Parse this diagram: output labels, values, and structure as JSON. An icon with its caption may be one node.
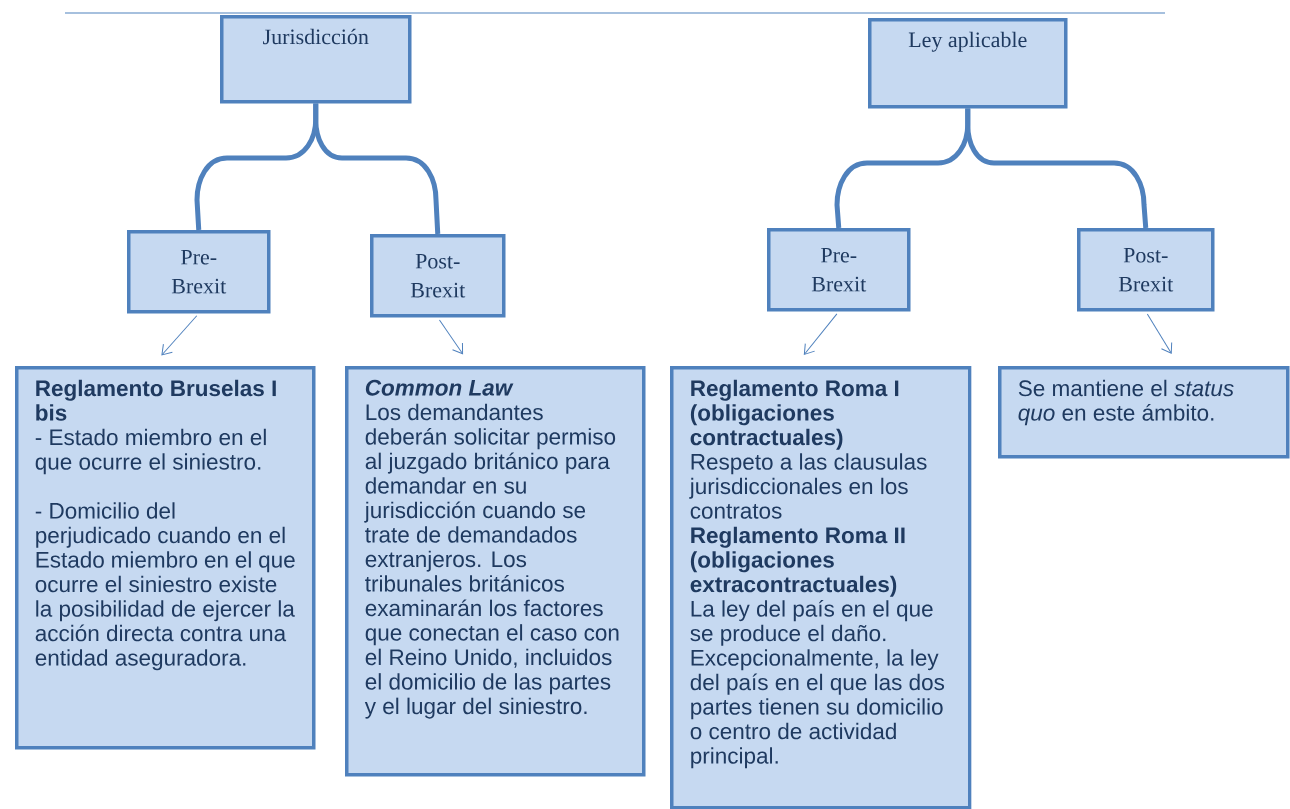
{
  "diagram": {
    "nodes": [
      {
        "text": [
          "Jurisdicción"
        ]
      },
      {
        "text": [
          "Pre- Brexit"
        ]
      },
      {
        "text": [
          "Post- Brexit"
        ]
      },
      {
        "text": [
          "Reglamento Bruselas I bis",
          "- Estado miembro en el que ocurre el siniestro.",
          "- Domicilio del perjudicado cuando en el Estado miembro en el que ocurre el siniestro existe la posibilidad de ejercer la acción directa contra una entidad aseguradora."
        ]
      },
      {
        "text": [
          "Common Law",
          "Los demandantes deberán solicitar permiso al juzgado británico para demandar en su jurisdicción cuando se trate de demandados extranjeros. Los tribunales británicos examinarán los factores que conectan el caso con el Reino Unido, incluidos el domicilio de las partes y el lugar del siniestro."
        ]
      },
      {
        "text": [
          "Ley aplicable"
        ]
      },
      {
        "text": [
          "Pre- Brexit"
        ]
      },
      {
        "text": [
          "Post- Brexit"
        ]
      },
      {
        "text": [
          "Reglamento Roma I (obligaciones contractuales)",
          "Respeto a las clausulas jurisdiccionales en los contratos",
          "Reglamento Roma II (obligaciones extracontractuales)",
          "La ley del país en el que se produce el daño. Excepcionalmente, la ley del país en el que las dos partes tienen su domicilio o centro de actividad principal."
        ]
      },
      {
        "text": [
          "Se mantiene el *status quo* en este ámbito."
        ]
      }
    ],
    "edges": [
      {
        "from": 0,
        "to": 1,
        "arrow": "none",
        "style": "thick"
      },
      {
        "from": 0,
        "to": 2,
        "arrow": "none",
        "style": "thick"
      },
      {
        "from": 1,
        "to": 3,
        "arrow": "to"
      },
      {
        "from": 2,
        "to": 4,
        "arrow": "to"
      },
      {
        "from": 5,
        "to": 6,
        "arrow": "none",
        "style": "thick"
      },
      {
        "from": 5,
        "to": 7,
        "arrow": "none",
        "style": "thick"
      },
      {
        "from": 6,
        "to": 8,
        "arrow": "to"
      },
      {
        "from": 7,
        "to": 9,
        "arrow": "to"
      }
    ]
  }
}
